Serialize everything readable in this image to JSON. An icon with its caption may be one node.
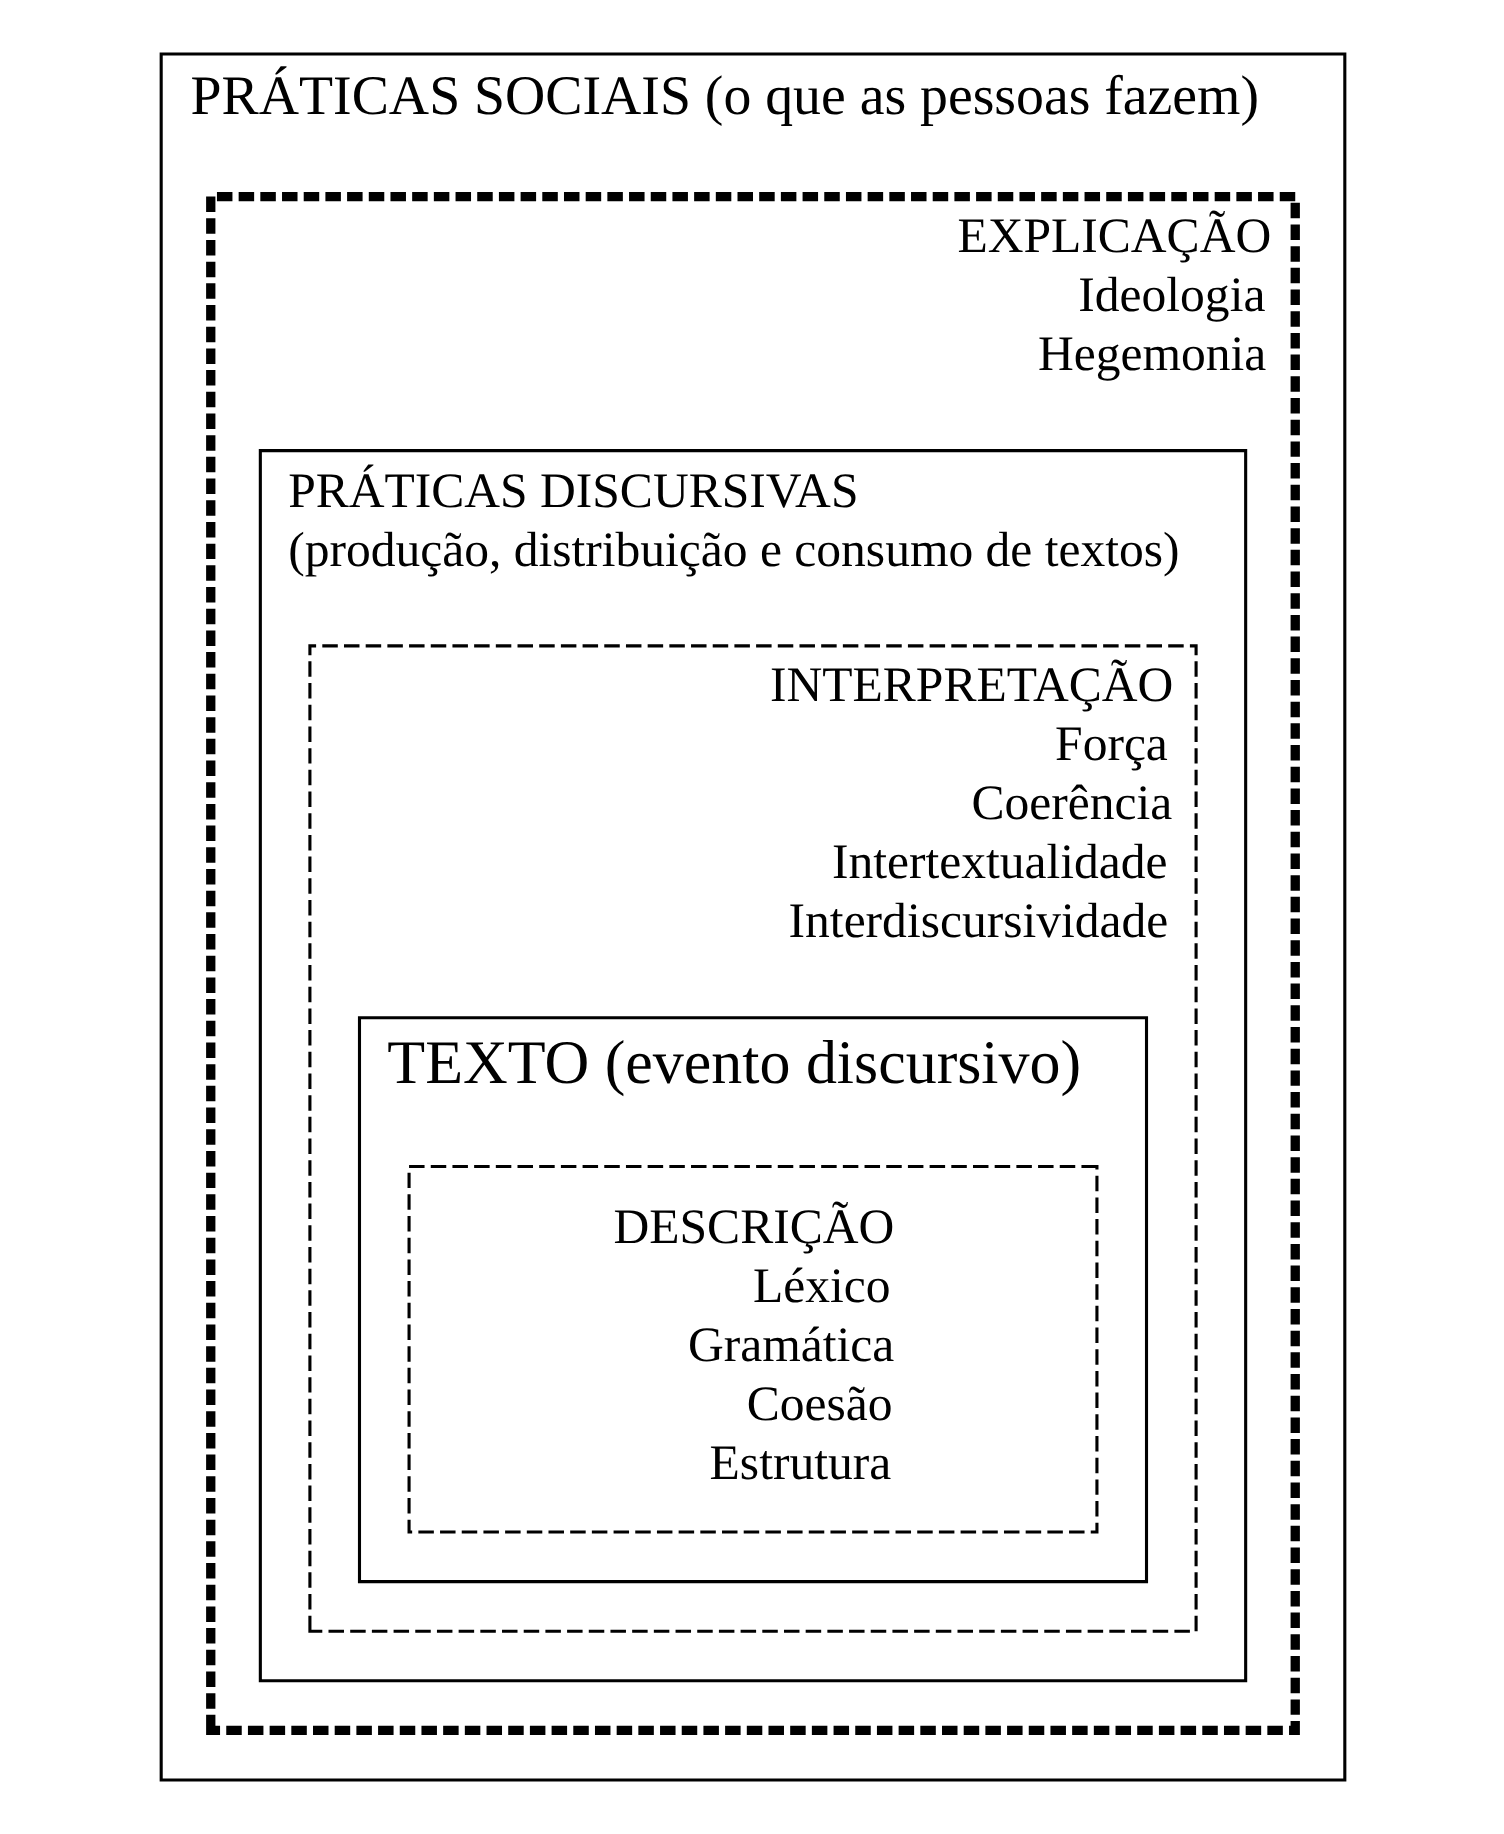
{
  "diagram": {
    "nodes": [
      {
        "text": [
          "PRÁTICAS SOCIAIS (o que as pessoas fazem)"
        ]
      },
      {
        "text": [
          "EXPLICAÇÃO",
          "Ideologia",
          "Hegemonia"
        ],
        "in": 0
      },
      {
        "text": [
          "PRÁTICAS DISCURSIVAS",
          "(produção, distribuição e consumo de textos)"
        ],
        "in": 1
      },
      {
        "text": [
          "INTERPRETAÇÃO",
          "Força",
          "Coerência",
          "Intertextualidade",
          "Interdiscursividade"
        ],
        "in": 2
      },
      {
        "text": [
          "TEXTO (evento discursivo)"
        ],
        "in": 3
      },
      {
        "text": [
          "DESCRIÇÃO",
          "Léxico",
          "Gramática",
          "Coesão",
          "Estrutura"
        ],
        "in": 4
      }
    ]
  }
}
